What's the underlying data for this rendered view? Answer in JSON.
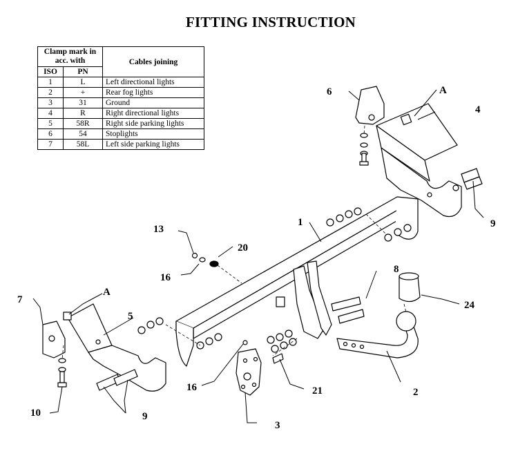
{
  "title": "FITTING INSTRUCTION",
  "table": {
    "header_clamp": "Clamp mark in acc. with",
    "header_cables": "Cables joining",
    "header_iso": "ISO",
    "header_pn": "PN",
    "rows": [
      {
        "iso": "1",
        "pn": "L",
        "cable": "Left directional lights"
      },
      {
        "iso": "2",
        "pn": "+",
        "cable": "Rear fog lights"
      },
      {
        "iso": "3",
        "pn": "31",
        "cable": "Ground"
      },
      {
        "iso": "4",
        "pn": "R",
        "cable": "Right directional lights"
      },
      {
        "iso": "5",
        "pn": "58R",
        "cable": "Right side parking lights"
      },
      {
        "iso": "6",
        "pn": "54",
        "cable": "Stoplights"
      },
      {
        "iso": "7",
        "pn": "58L",
        "cable": "Left side parking lights"
      }
    ]
  },
  "callouts": {
    "c1": "1",
    "c2": "2",
    "c3": "3",
    "c4": "4",
    "c5": "5",
    "c6": "6",
    "c7": "7",
    "c8": "8",
    "c9_right": "9",
    "c9_bottom": "9",
    "c10": "10",
    "c13": "13",
    "c16_left": "16",
    "c16_bottom": "16",
    "c20": "20",
    "c21": "21",
    "c24": "24",
    "a_top": "A",
    "a_left": "A"
  }
}
